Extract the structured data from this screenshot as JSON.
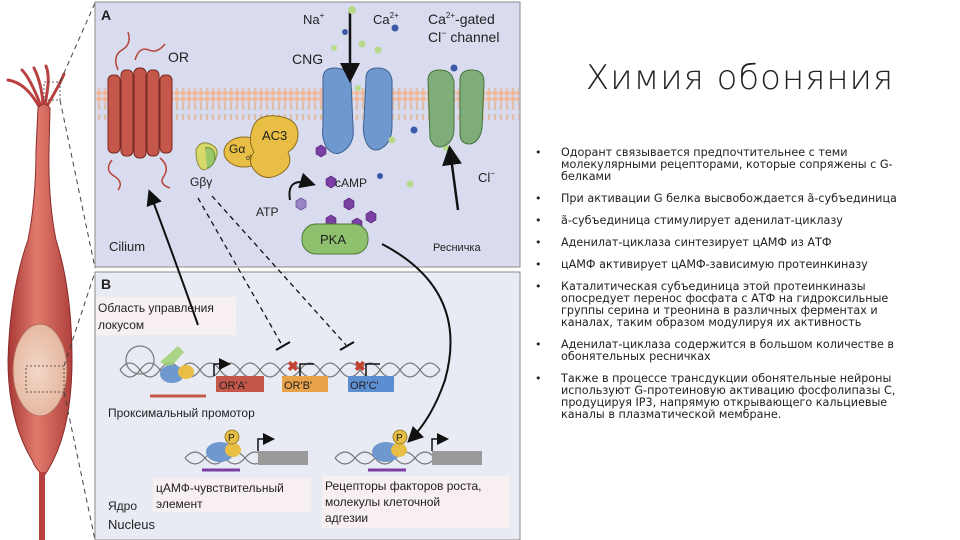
{
  "slide": {
    "title": "Химия обоняния",
    "bullets": [
      "Одорант связывается предпочтительнее с теми молекулярными рецепторами, которые сопряжены с G-белками",
      "При активации G белка высвобождается ã-субъединица",
      "ã-субъединица стимулирует аденилат-циклазу",
      "Аденилат-циклаза синтезирует цАМФ из АТФ",
      "цАМФ активирует цАМФ-зависимую протеинкиназу",
      "Каталитическая субъединица этой протеинкиназы опосредует перенос фосфата с АТФ на гидроксильные группы серина и треонина в различных ферментах и каналах, таким образом модулируя их активность",
      "Аденилат-циклаза содержится в большом количестве в обонятельных ресничках",
      "Также в процессе трансдукции обонятельные нейроны используют G-протеиновую активацию фосфолипазы C, продуцируя IP3, напрямую открывающего кальциевые каналы в плазматической мембране."
    ]
  },
  "figure": {
    "panel_a": {
      "label": "A",
      "or": "OR",
      "cng": "CNG",
      "na": "Na",
      "na_sup": "+",
      "ca": "Ca",
      "ca_sup": "2+",
      "gated_ca": "Ca",
      "gated_sup": "2+",
      "gated_tail": "-gated",
      "cl_channel": "Cl",
      "cl_sup": "−",
      "cl_channel_tail": " channel",
      "ac3": "AC3",
      "g_alpha": "Gα",
      "g_alpha_sub": "olf",
      "g_beta_gamma": "Gβγ",
      "camp": "cAMP",
      "atp": "ATP",
      "pka": "PKA",
      "cl_ion": "Cl",
      "cl_ion_sup": "−",
      "cilium": "Cilium",
      "cilium_ru": "Ресничка"
    },
    "panel_b": {
      "label": "B",
      "lcr": "Область управления локусом",
      "ora": "OR'A'",
      "orb": "OR'B'",
      "orc": "OR'C'",
      "proximal": "Проксимальный промотор",
      "p1": "P",
      "p2": "P",
      "cre": "цАМФ-чувствительный элемент",
      "nucleus_ru": "Ядро",
      "nucleus": "Nucleus",
      "receptors": "Рецепторы факторов роста, молекулы клеточной адгезии"
    },
    "colors": {
      "membrane": "#f3d2b5",
      "panel_a_bg": "#d9dcee",
      "panel_b_bg": "#e9ebf4",
      "or_receptor": "#c4574a",
      "cng_channel": "#6f98cf",
      "cl_channel": "#7fad79",
      "ac3": "#e8be45",
      "pka": "#8fc06e",
      "camp": "#7b3fa4",
      "neuron": "#c9504e"
    }
  }
}
